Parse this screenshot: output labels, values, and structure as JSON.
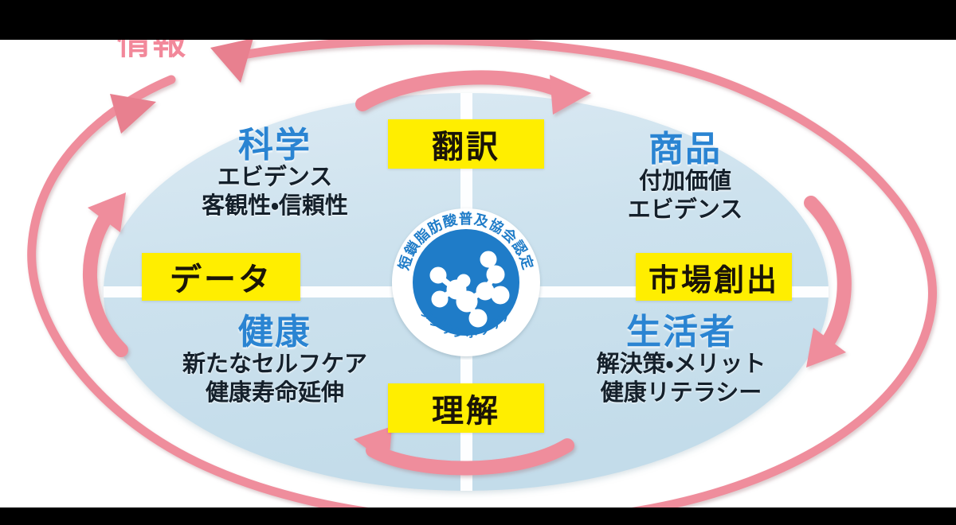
{
  "diagram": {
    "title_label": "情報",
    "colors": {
      "accent_pink": "#ef8d9c",
      "heading_blue": "#2a84d2",
      "chip_yellow": "#ffee00",
      "body_dark": "#14202b",
      "ellipse_fill": "#cfe3ee",
      "seal_blue": "#1f7cc8"
    },
    "quadrants": [
      {
        "id": "science",
        "heading": "科学",
        "lines": [
          "エビデンス",
          "客観性・信頼性"
        ]
      },
      {
        "id": "product",
        "heading": "商品",
        "lines": [
          "付加価値",
          "エビデンス"
        ]
      },
      {
        "id": "health",
        "heading": "健康",
        "lines": [
          "新たなセルフケア",
          "健康寿命延伸"
        ]
      },
      {
        "id": "consumer",
        "heading": "生活者",
        "lines": [
          "解決策・メリット",
          "健康リテラシー"
        ]
      }
    ],
    "chips": [
      {
        "id": "translate",
        "label": "翻訳"
      },
      {
        "id": "data",
        "label": "データ"
      },
      {
        "id": "market",
        "label": "市場創出"
      },
      {
        "id": "understand",
        "label": "理解"
      }
    ],
    "seal": {
      "arc_top_text": "短鎖脂肪酸普及協会認定",
      "arc_bottom_text": "タンサシボウサン",
      "center_icon": "molecule-icon"
    },
    "arrows": [
      {
        "id": "outer-cycle",
        "direction": "counter-clockwise",
        "label": "情報"
      },
      {
        "id": "inner-top",
        "direction": "left-to-right"
      },
      {
        "id": "inner-right",
        "direction": "downward"
      },
      {
        "id": "inner-bottom",
        "direction": "right-to-left"
      },
      {
        "id": "inner-left",
        "direction": "upward"
      }
    ]
  }
}
